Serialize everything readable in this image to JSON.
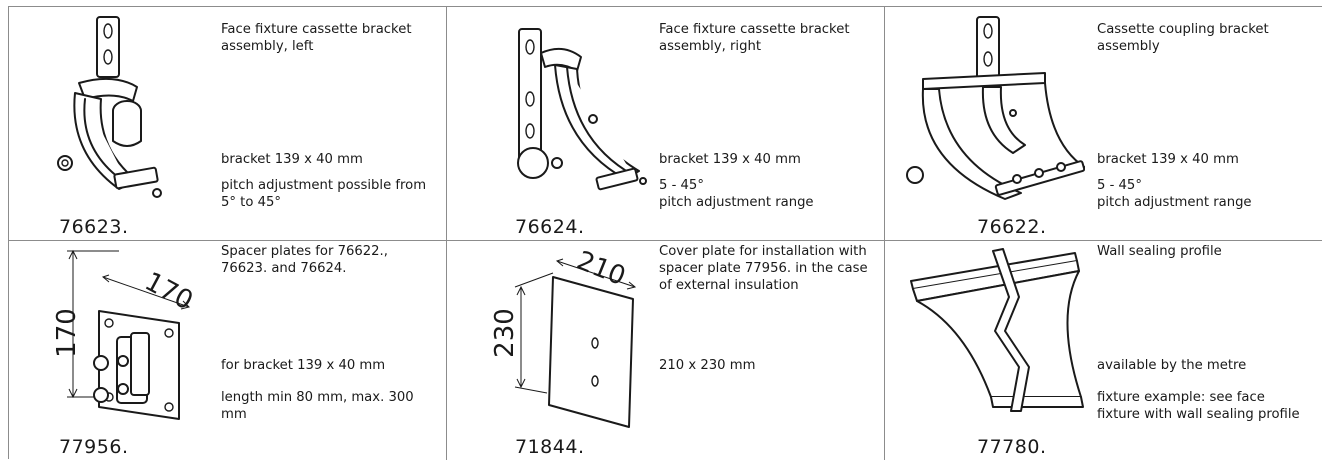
{
  "products": [
    {
      "number": "76623.",
      "title": "Face fixture cassette bracket assembly, left",
      "spec1": "bracket 139 x 40 mm",
      "spec2": "pitch adjustment possible from 5° to 45°"
    },
    {
      "number": "76624.",
      "title": "Face fixture cassette bracket assembly, right",
      "spec1": "bracket 139 x 40 mm",
      "spec2": "5 - 45°",
      "spec3": "pitch adjustment range"
    },
    {
      "number": "76622.",
      "title": "Cassette coupling bracket assembly",
      "spec1": "bracket 139 x 40 mm",
      "spec2": "5 - 45°",
      "spec3": "pitch adjustment range"
    },
    {
      "number": "77956.",
      "title": "Spacer plates for 76622., 76623. and 76624.",
      "spec1": "for bracket 139 x 40 mm",
      "spec2": "length min 80 mm, max. 300 mm",
      "dim_a": "170",
      "dim_b": "170"
    },
    {
      "number": "71844.",
      "title": "Cover plate for installation with spacer plate 77956. in the case of external insulation",
      "spec1": "210 x 230 mm",
      "dim_a": "210",
      "dim_b": "230"
    },
    {
      "number": "77780.",
      "title": "Wall sealing profile",
      "spec1": "available by the metre",
      "spec2": "fixture example: see face fixture with wall sealing profile"
    }
  ]
}
